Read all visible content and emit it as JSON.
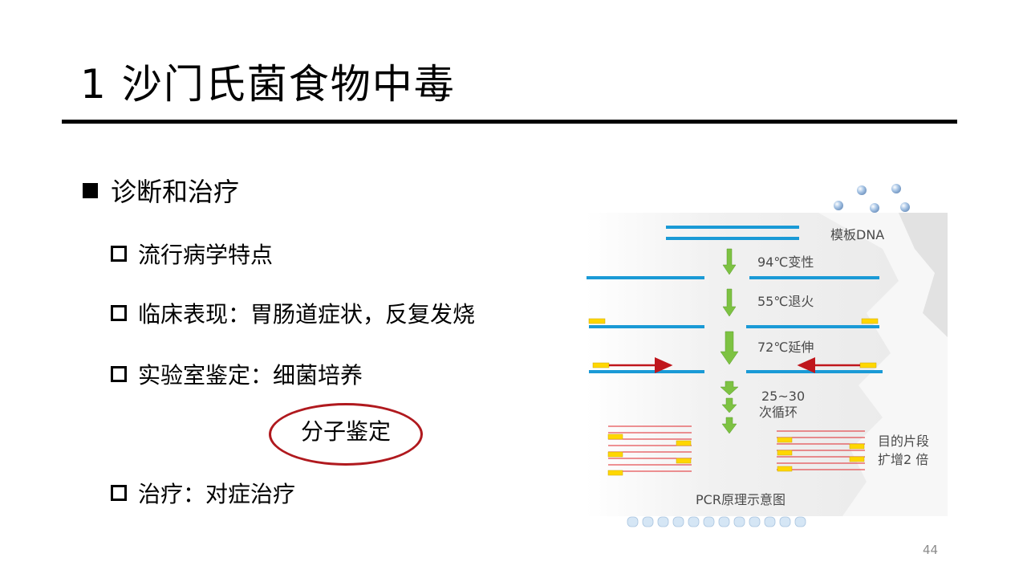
{
  "slide": {
    "title": "1  沙门氏菌食物中毒",
    "main_bullet": "诊断和治疗",
    "sub_bullets": [
      "流行病学特点",
      "临床表现：胃肠道症状，反复发烧",
      "实验室鉴定：细菌培养",
      "治疗：对症治疗"
    ],
    "circled_text": "分子鉴定",
    "page_number": "44"
  },
  "diagram": {
    "labels": {
      "template": "模板DNA",
      "denature": "94℃变性",
      "anneal": "55℃退火",
      "extend": "72℃延伸",
      "cycles_line1": "25~30",
      "cycles_line2": "次循环",
      "target_line1": "目的片段",
      "target_line2": "扩增2 倍",
      "caption": "PCR原理示意图"
    },
    "colors": {
      "dna_strand": "#1a9ad6",
      "primer": "#ffd700",
      "extension_arrow": "#c0161c",
      "step_arrow": "#7dc242",
      "product_strand": "#e0262a",
      "circle": "#b0191e"
    }
  }
}
